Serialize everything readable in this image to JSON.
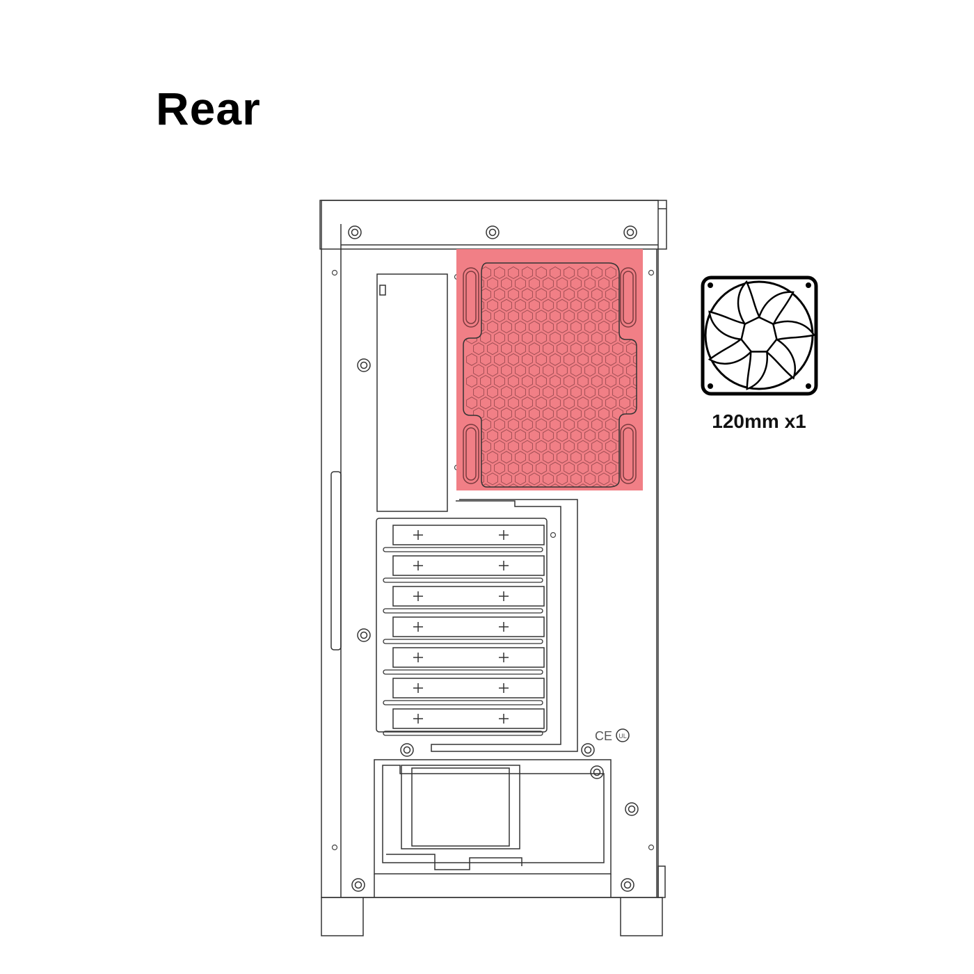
{
  "title": "Rear",
  "fan": {
    "label": "120mm x1",
    "icon": "fan-icon"
  },
  "certifications": {
    "ce": "CE",
    "other": "UL"
  },
  "highlight_color": "#f17f86",
  "pci_slot_count": 7
}
